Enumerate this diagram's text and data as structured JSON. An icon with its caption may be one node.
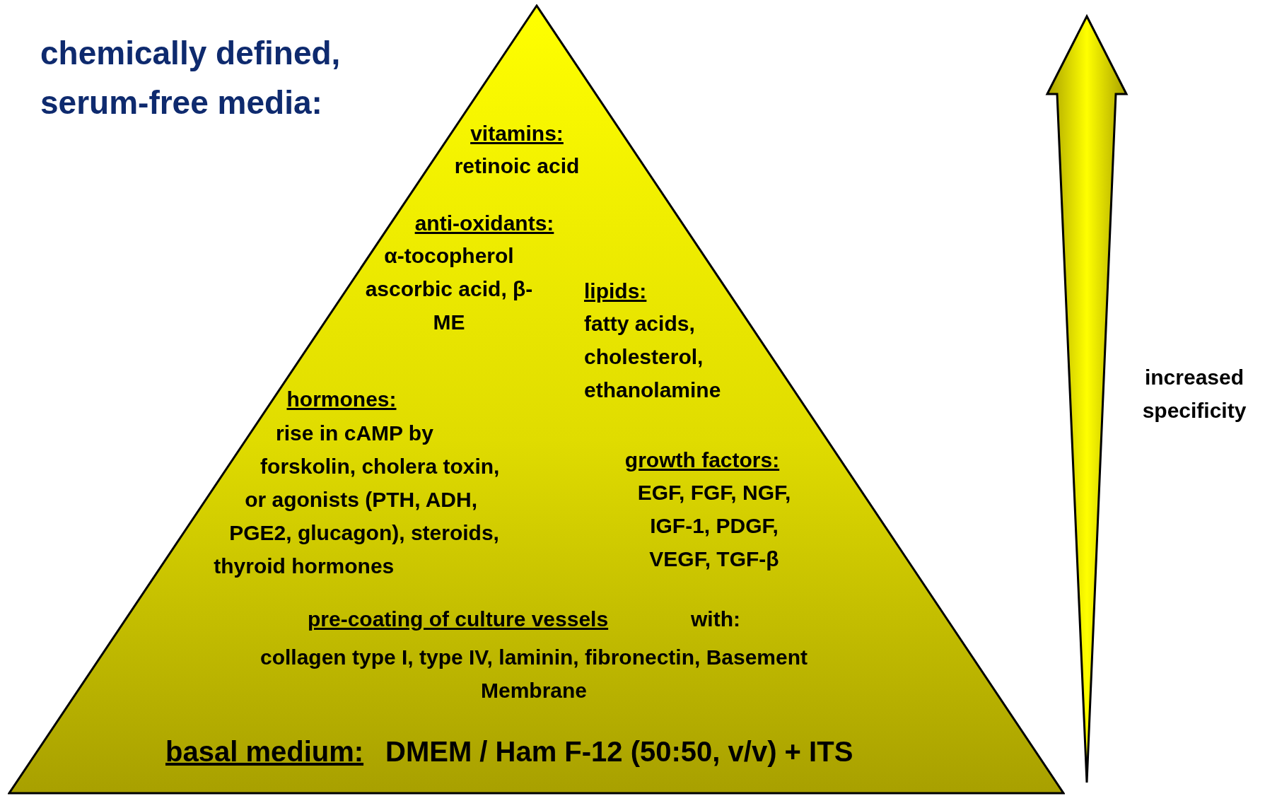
{
  "diagram": {
    "title": "chemically defined, serum-free media:",
    "nodes": [
      {
        "text": [
          "vitamins:",
          "retinoic acid",
          "anti-oxidants:",
          "α-tocopherol ascorbic acid, β-ME",
          "lipids:",
          "fatty acids, cholesterol, ethanolamine",
          "hormones:",
          "rise in cAMP by forskolin, cholera toxin, or agonists (PTH, ADH, PGE2, glucagon), steroids, thyroid hormones",
          "growth factors:",
          "EGF, FGF, NGF, IGF-1, PDGF, VEGF, TGF-β",
          "pre-coating of culture vessels",
          "with:",
          "collagen type I, type IV, laminin, fibronectin, Basement Membrane",
          "basal medium:",
          "DMEM / Ham F-12 (50:50, v/v) + ITS"
        ]
      }
    ],
    "labels": [
      "increased specificity"
    ]
  }
}
